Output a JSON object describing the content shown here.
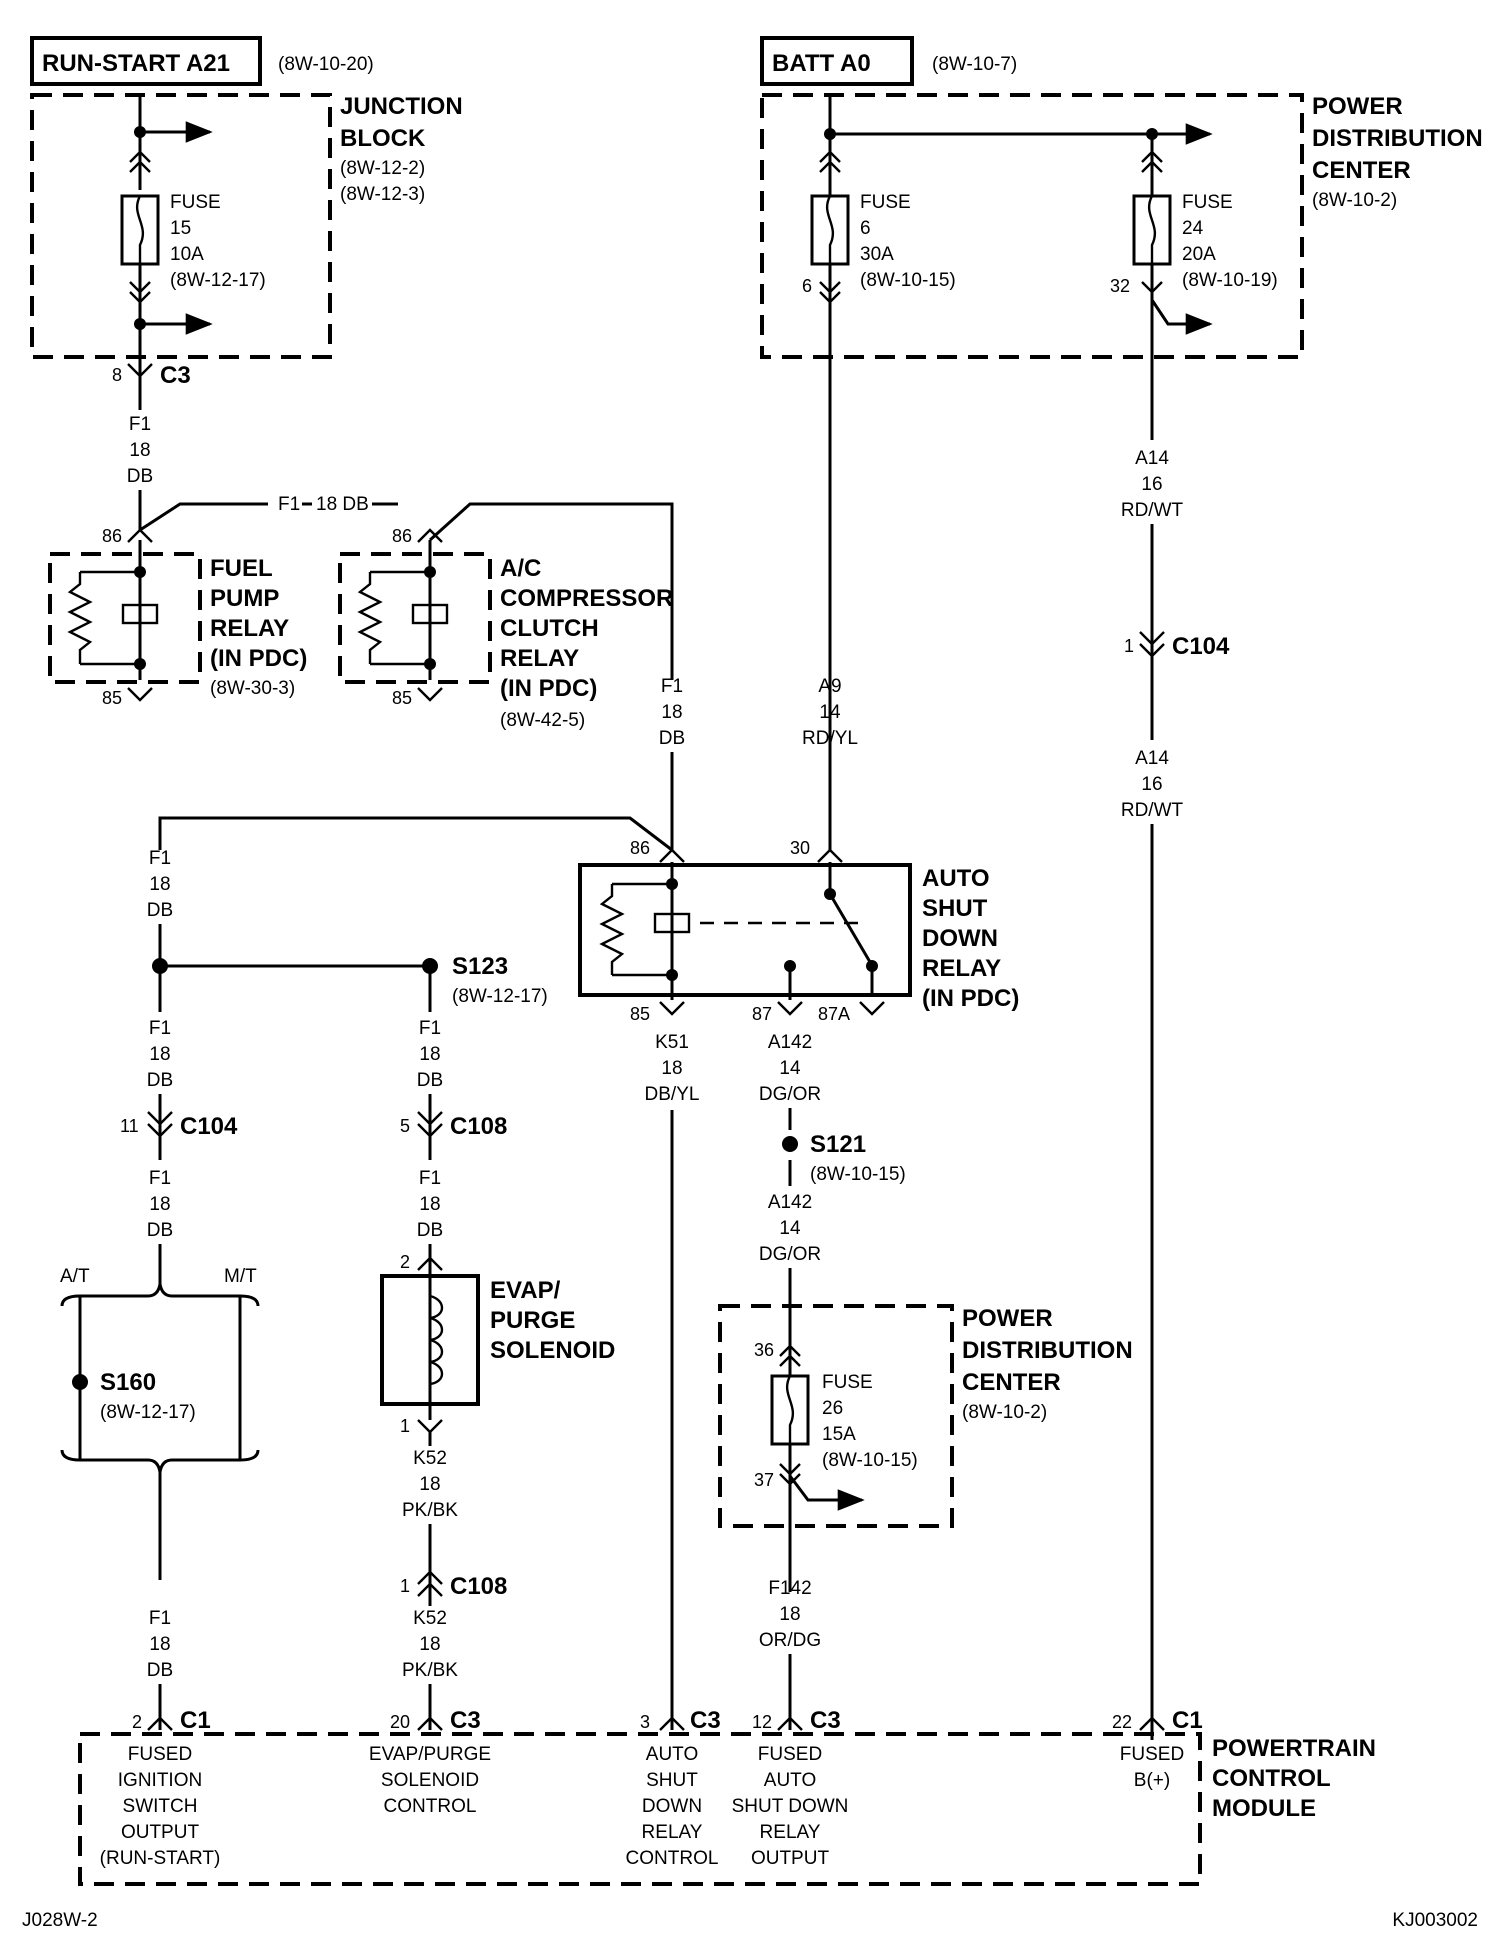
{
  "sources": {
    "run_start": {
      "title": "RUN-START A21",
      "ref": "(8W-10-20)"
    },
    "batt": {
      "title": "BATT A0",
      "ref": "(8W-10-7)"
    }
  },
  "junction_block": {
    "title": [
      "JUNCTION",
      "BLOCK"
    ],
    "refs": [
      "(8W-12-2)",
      "(8W-12-3)"
    ],
    "fuse": [
      "FUSE",
      "15",
      "10A",
      "(8W-12-17)"
    ],
    "connector": {
      "pin": "8",
      "name": "C3"
    }
  },
  "pdc_top": {
    "title": [
      "POWER",
      "DISTRIBUTION",
      "CENTER"
    ],
    "ref": "(8W-10-2)",
    "fuse6": {
      "label": [
        "FUSE",
        "6",
        "30A",
        "(8W-10-15)"
      ],
      "pin": "6"
    },
    "fuse24": {
      "label": [
        "FUSE",
        "24",
        "20A",
        "(8W-10-19)"
      ],
      "pin": "32"
    }
  },
  "wires": {
    "f1_top": [
      "F1",
      "18",
      "DB"
    ],
    "f1_branch": "F1",
    "f1_branch2": "18 DB",
    "a14_upper": [
      "A14",
      "16",
      "RD/WT"
    ],
    "a14_lower": [
      "A14",
      "16",
      "RD/WT"
    ],
    "f1_ac_down": [
      "F1",
      "18",
      "DB"
    ],
    "a9": [
      "A9",
      "14",
      "RD/YL"
    ],
    "f1_left1": [
      "F1",
      "18",
      "DB"
    ],
    "f1_left2": [
      "F1",
      "18",
      "DB"
    ],
    "f1_left3": [
      "F1",
      "18",
      "DB"
    ],
    "f1_left4": [
      "F1",
      "18",
      "DB"
    ],
    "f1_mid1": [
      "F1",
      "18",
      "DB"
    ],
    "f1_mid2": [
      "F1",
      "18",
      "DB"
    ],
    "k52_1": [
      "K52",
      "18",
      "PK/BK"
    ],
    "k52_2": [
      "K52",
      "18",
      "PK/BK"
    ],
    "k51": [
      "K51",
      "18",
      "DB/YL"
    ],
    "a142_1": [
      "A142",
      "14",
      "DG/OR"
    ],
    "a142_2": [
      "A142",
      "14",
      "DG/OR"
    ],
    "f142": [
      "F142",
      "18",
      "OR/DG"
    ]
  },
  "c104_right": {
    "pin": "1",
    "name": "C104"
  },
  "fuel_pump_relay": {
    "title": [
      "FUEL",
      "PUMP",
      "RELAY",
      "(IN PDC)"
    ],
    "ref": "(8W-30-3)",
    "pin_top": "86",
    "pin_bottom": "85"
  },
  "ac_relay": {
    "title": [
      "A/C",
      "COMPRESSOR",
      "CLUTCH",
      "RELAY",
      "(IN PDC)"
    ],
    "ref": "(8W-42-5)",
    "pin_top": "86",
    "pin_bottom": "85"
  },
  "asd_relay": {
    "title": [
      "AUTO",
      "SHUT",
      "DOWN",
      "RELAY",
      "(IN PDC)"
    ],
    "pin86": "86",
    "pin30": "30",
    "pin85": "85",
    "pin87": "87",
    "pin87a": "87A"
  },
  "splices": {
    "s123": {
      "name": "S123",
      "ref": "(8W-12-17)"
    },
    "s121": {
      "name": "S121",
      "ref": "(8W-10-15)"
    },
    "s160": {
      "name": "S160",
      "ref": "(8W-12-17)"
    }
  },
  "c104_left": {
    "pin": "11",
    "name": "C104"
  },
  "c108_a": {
    "pin": "5",
    "name": "C108"
  },
  "c108_b": {
    "pin": "1",
    "name": "C108"
  },
  "transmission": {
    "at": "A/T",
    "mt": "M/T"
  },
  "evap": {
    "title": [
      "EVAP/",
      "PURGE",
      "SOLENOID"
    ],
    "pin_top": "2",
    "pin_bottom": "1"
  },
  "pdc_bottom": {
    "title": [
      "POWER",
      "DISTRIBUTION",
      "CENTER"
    ],
    "ref": "(8W-10-2)",
    "fuse": [
      "FUSE",
      "26",
      "15A",
      "(8W-10-15)"
    ],
    "pin_top": "36",
    "pin_bottom": "37"
  },
  "pcm": {
    "title": [
      "POWERTRAIN",
      "CONTROL",
      "MODULE"
    ],
    "pins": [
      {
        "pin": "2",
        "conn": "C1",
        "label": [
          "FUSED",
          "IGNITION",
          "SWITCH",
          "OUTPUT",
          "(RUN-START)"
        ]
      },
      {
        "pin": "20",
        "conn": "C3",
        "label": [
          "EVAP/PURGE",
          "SOLENOID",
          "CONTROL"
        ]
      },
      {
        "pin": "3",
        "conn": "C3",
        "label": [
          "AUTO",
          "SHUT",
          "DOWN",
          "RELAY",
          "CONTROL"
        ]
      },
      {
        "pin": "12",
        "conn": "C3",
        "label": [
          "FUSED",
          "AUTO",
          "SHUT DOWN",
          "RELAY",
          "OUTPUT"
        ]
      },
      {
        "pin": "22",
        "conn": "C1",
        "label": [
          "FUSED",
          "B(+)"
        ]
      }
    ]
  },
  "footer": {
    "left": "J028W-2",
    "right": "KJ003002"
  }
}
